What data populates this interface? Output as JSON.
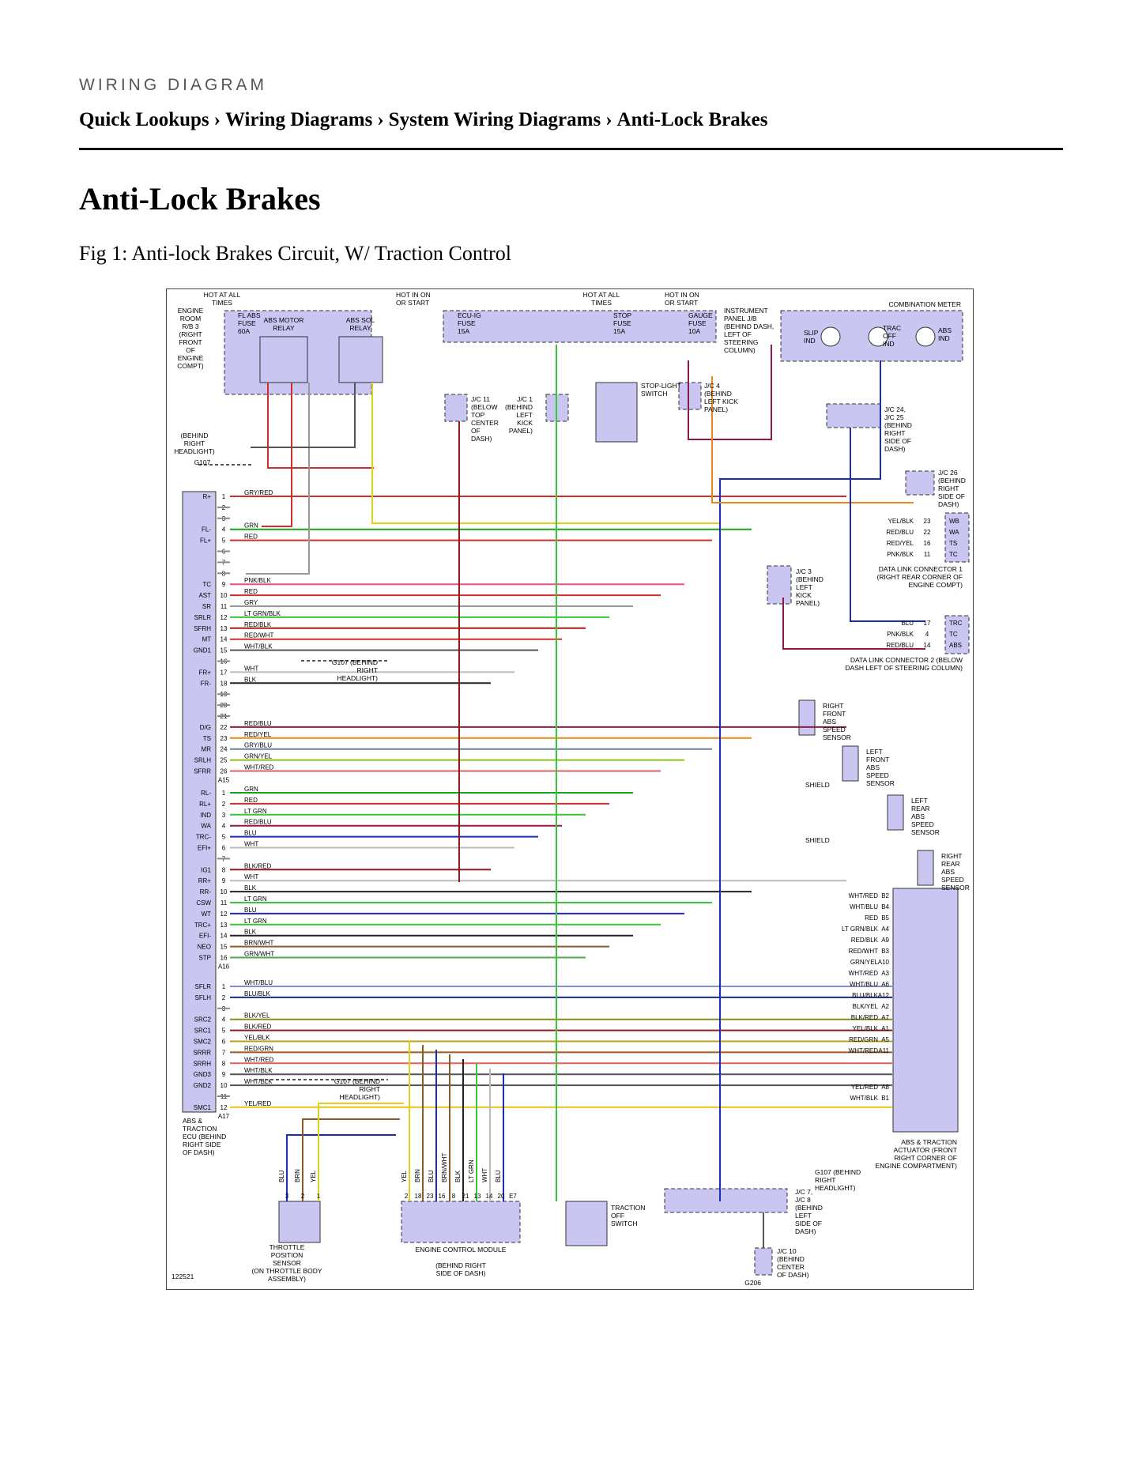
{
  "header": {
    "eyebrow": "WIRING DIAGRAM",
    "breadcrumb": [
      "Quick Lookups",
      "Wiring Diagrams",
      "System Wiring Diagrams",
      "Anti-Lock Brakes"
    ],
    "separator": "›"
  },
  "page_title": "Anti-Lock Brakes",
  "figure_caption": "Fig 1: Anti-lock Brakes Circuit, W/ Traction Control",
  "diagram": {
    "figure_id": "122521",
    "power": {
      "hot_at_all_times_1": "HOT AT ALL TIMES",
      "hot_in_on_1": "HOT IN ON OR START",
      "hot_at_all_times_2": "HOT AT ALL TIMES",
      "hot_in_on_2": "HOT IN ON OR START"
    },
    "fuses": {
      "fl_abs": "FL ABS FUSE 60A",
      "ecu_ig": "ECU-IG FUSE 15A",
      "stop": "STOP FUSE 15A",
      "gauge": "GAUGE FUSE 10A"
    },
    "relays": {
      "motor": "ABS MOTOR RELAY",
      "sol": "ABS SOL RELAY"
    },
    "locations": {
      "engine_room_rb3": "ENGINE ROOM R/B 3 (RIGHT FRONT OF ENGINE COMPT)",
      "instrument_panel_jb": "INSTRUMENT PANEL J/B (BEHIND DASH, LEFT OF STEERING COLUMN)",
      "combination_meter": "COMBINATION METER",
      "g107_1": "G107 (BEHIND RIGHT HEADLIGHT)",
      "g206": "G206"
    },
    "indicators": [
      "SLIP IND",
      "TRAC OFF IND",
      "ABS IND"
    ],
    "connectors": {
      "jc11": "J/C 11 (BELOW TOP CENTER OF DASH)",
      "jc1": "J/C 1 (BEHIND LEFT KICK PANEL)",
      "jc4": "J/C 4 (BEHIND LEFT KICK PANEL)",
      "jc24": "J/C 24, J/C 25 (BEHIND RIGHT SIDE OF DASH)",
      "jc26": "J/C 26 (BEHIND RIGHT SIDE OF DASH)",
      "jc3": "J/C 3 (BEHIND LEFT KICK PANEL)",
      "jc7": "J/C 7, J/C 8 (BEHIND LEFT SIDE OF DASH)",
      "jc10": "J/C 10 (BEHIND CENTER OF DASH)",
      "dlc1": "DATA LINK CONNECTOR 1 (RIGHT REAR CORNER OF ENGINE COMPT)",
      "dlc2": "DATA LINK CONNECTOR 2 (BELOW DASH LEFT OF STEERING COLUMN)"
    },
    "components": {
      "stop_light": "STOP-LIGHT SWITCH",
      "ecu": "ABS & TRACTION ECU (BEHIND RIGHT SIDE OF DASH)",
      "actuator": "ABS & TRACTION ACTUATOR (FRONT RIGHT CORNER OF ENGINE COMPARTMENT)",
      "throttle": "THROTTLE POSITION SENSOR",
      "throttle_loc": "(ON THROTTLE BODY ASSEMBLY)",
      "ecm": "ENGINE CONTROL MODULE",
      "ecm_loc": "(BEHIND RIGHT SIDE OF DASH)",
      "traction_switch": "TRACTION OFF SWITCH",
      "rf_sensor": "RIGHT FRONT ABS SPEED SENSOR",
      "lf_sensor": "LEFT FRONT ABS SPEED SENSOR",
      "lr_sensor": "LEFT REAR ABS SPEED SENSOR",
      "rr_sensor": "RIGHT REAR ABS SPEED SENSOR",
      "shield": "SHIELD"
    },
    "dlc1_pins": [
      {
        "wire": "YEL/BLK",
        "pin": "23",
        "term": "WB"
      },
      {
        "wire": "RED/BLU",
        "pin": "22",
        "term": "WA"
      },
      {
        "wire": "RED/YEL",
        "pin": "16",
        "term": "TS"
      },
      {
        "wire": "PNK/BLK",
        "pin": "11",
        "term": "TC"
      }
    ],
    "dlc2_pins": [
      {
        "wire": "BLU",
        "pin": "17",
        "term": "TRC"
      },
      {
        "wire": "PNK/BLK",
        "pin": "4",
        "term": "TC"
      },
      {
        "wire": "RED/BLU",
        "pin": "14",
        "term": "ABS"
      }
    ],
    "ecu_a15": {
      "connector": "A15",
      "pins": [
        {
          "pin": "1",
          "term": "R+",
          "wire": "GRY/RED",
          "color": "#d12d2d"
        },
        {
          "pin": "2",
          "term": "",
          "wire": "",
          "color": ""
        },
        {
          "pin": "3",
          "term": "",
          "wire": "",
          "color": ""
        },
        {
          "pin": "4",
          "term": "FL-",
          "wire": "GRN",
          "color": "#1aa31a"
        },
        {
          "pin": "5",
          "term": "FL+",
          "wire": "RED",
          "color": "#d12d2d"
        },
        {
          "pin": "6",
          "term": "",
          "wire": "",
          "color": ""
        },
        {
          "pin": "7",
          "term": "",
          "wire": "",
          "color": ""
        },
        {
          "pin": "8",
          "term": "",
          "wire": "",
          "color": ""
        },
        {
          "pin": "9",
          "term": "TC",
          "wire": "PNK/BLK",
          "color": "#e0508a"
        },
        {
          "pin": "10",
          "term": "AST",
          "wire": "RED",
          "color": "#d12d2d"
        },
        {
          "pin": "11",
          "term": "SR",
          "wire": "GRY",
          "color": "#999999"
        },
        {
          "pin": "12",
          "term": "SRLR",
          "wire": "LT GRN/BLK",
          "color": "#3cc43c"
        },
        {
          "pin": "13",
          "term": "SFRH",
          "wire": "RED/BLK",
          "color": "#a51d1d"
        },
        {
          "pin": "14",
          "term": "MT",
          "wire": "RED/WHT",
          "color": "#d12d2d"
        },
        {
          "pin": "15",
          "term": "GND1",
          "wire": "WHT/BLK",
          "color": "#555555"
        },
        {
          "pin": "16",
          "term": "",
          "wire": "",
          "color": ""
        },
        {
          "pin": "17",
          "term": "FR+",
          "wire": "WHT",
          "color": "#bbbbbb"
        },
        {
          "pin": "18",
          "term": "FR-",
          "wire": "BLK",
          "color": "#222222"
        },
        {
          "pin": "19",
          "term": "",
          "wire": "",
          "color": ""
        },
        {
          "pin": "20",
          "term": "",
          "wire": "",
          "color": ""
        },
        {
          "pin": "21",
          "term": "",
          "wire": "",
          "color": ""
        },
        {
          "pin": "22",
          "term": "D/G",
          "wire": "RED/BLU",
          "color": "#8b1a4a"
        },
        {
          "pin": "23",
          "term": "TS",
          "wire": "RED/YEL",
          "color": "#e38a1a"
        },
        {
          "pin": "24",
          "term": "MR",
          "wire": "GRY/BLU",
          "color": "#6b7fa8"
        },
        {
          "pin": "25",
          "term": "SRLH",
          "wire": "GRN/YEL",
          "color": "#8fbf1a"
        },
        {
          "pin": "26",
          "term": "SFRR",
          "wire": "WHT/RED",
          "color": "#e06060"
        }
      ]
    },
    "ecu_a16": {
      "connector": "A16",
      "pins": [
        {
          "pin": "1",
          "term": "RL-",
          "wire": "GRN",
          "color": "#1aa31a"
        },
        {
          "pin": "2",
          "term": "RL+",
          "wire": "RED",
          "color": "#d12d2d"
        },
        {
          "pin": "3",
          "term": "IND",
          "wire": "LT GRN",
          "color": "#3cc43c"
        },
        {
          "pin": "4",
          "term": "WA",
          "wire": "RED/BLU",
          "color": "#8b1a4a"
        },
        {
          "pin": "5",
          "term": "TRC-",
          "wire": "BLU",
          "color": "#1a2db8"
        },
        {
          "pin": "6",
          "term": "EFI+",
          "wire": "WHT",
          "color": "#bbbbbb"
        },
        {
          "pin": "7",
          "term": "",
          "wire": "",
          "color": ""
        },
        {
          "pin": "8",
          "term": "IG1",
          "wire": "BLK/RED",
          "color": "#8b1a1a"
        },
        {
          "pin": "9",
          "term": "RR+",
          "wire": "WHT",
          "color": "#bbbbbb"
        },
        {
          "pin": "10",
          "term": "RR-",
          "wire": "BLK",
          "color": "#222222"
        },
        {
          "pin": "11",
          "term": "CSW",
          "wire": "LT GRN",
          "color": "#3cc43c"
        },
        {
          "pin": "12",
          "term": "WT",
          "wire": "BLU",
          "color": "#1a2db8"
        },
        {
          "pin": "13",
          "term": "TRC+",
          "wire": "LT GRN",
          "color": "#3cc43c"
        },
        {
          "pin": "14",
          "term": "EFI-",
          "wire": "BLK",
          "color": "#222222"
        },
        {
          "pin": "15",
          "term": "NEO",
          "wire": "BRN/WHT",
          "color": "#8b5a2b"
        },
        {
          "pin": "16",
          "term": "STP",
          "wire": "GRN/WHT",
          "color": "#4ca84c"
        }
      ]
    },
    "ecu_a17": {
      "connector": "A17",
      "pins": [
        {
          "pin": "1",
          "term": "SFLR",
          "wire": "WHT/BLU",
          "color": "#7f8fcf"
        },
        {
          "pin": "2",
          "term": "SFLH",
          "wire": "BLU/BLK",
          "color": "#1a2d8b"
        },
        {
          "pin": "3",
          "term": "",
          "wire": "",
          "color": ""
        },
        {
          "pin": "4",
          "term": "SRC2",
          "wire": "BLK/YEL",
          "color": "#8b8b1a"
        },
        {
          "pin": "5",
          "term": "SRC1",
          "wire": "BLK/RED",
          "color": "#8b1a1a"
        },
        {
          "pin": "6",
          "term": "SMC2",
          "wire": "YEL/BLK",
          "color": "#b5a21a"
        },
        {
          "pin": "7",
          "term": "SRRR",
          "wire": "RED/GRN",
          "color": "#a5561a"
        },
        {
          "pin": "8",
          "term": "SRRH",
          "wire": "WHT/RED",
          "color": "#e06060"
        },
        {
          "pin": "9",
          "term": "GND3",
          "wire": "WHT/BLK",
          "color": "#555555"
        },
        {
          "pin": "10",
          "term": "GND2",
          "wire": "WHT/BLK",
          "color": "#555555"
        },
        {
          "pin": "11",
          "term": "",
          "wire": "",
          "color": ""
        },
        {
          "pin": "12",
          "term": "SMC1",
          "wire": "YEL/RED",
          "color": "#f0c21a"
        }
      ]
    },
    "actuator_pins": [
      {
        "wire": "WHT/RED",
        "pin": "B2"
      },
      {
        "wire": "WHT/BLU",
        "pin": "B4"
      },
      {
        "wire": "RED",
        "pin": "B5"
      },
      {
        "wire": "LT GRN/BLK",
        "pin": "A4"
      },
      {
        "wire": "RED/BLK",
        "pin": "A9"
      },
      {
        "wire": "RED/WHT",
        "pin": "B3"
      },
      {
        "wire": "GRN/YEL",
        "pin": "A10"
      },
      {
        "wire": "WHT/RED",
        "pin": "A3"
      },
      {
        "wire": "WHT/BLU",
        "pin": "A6"
      },
      {
        "wire": "BLU/BLK",
        "pin": "A12"
      },
      {
        "wire": "BLK/YEL",
        "pin": "A2"
      },
      {
        "wire": "BLK/RED",
        "pin": "A7"
      },
      {
        "wire": "YEL/BLK",
        "pin": "A1"
      },
      {
        "wire": "RED/GRN",
        "pin": "A5"
      },
      {
        "wire": "WHT/RED",
        "pin": "A11"
      },
      {
        "wire": "YEL/RED",
        "pin": "A8"
      },
      {
        "wire": "WHT/BLK",
        "pin": "B1"
      }
    ],
    "ecm_wires": [
      "YEL",
      "BRN",
      "BLU",
      "BRN/WHT",
      "BLK",
      "LT GRN",
      "WHT",
      "BLU"
    ],
    "ecm_pins": [
      "2",
      "18",
      "23",
      "16",
      "8",
      "21",
      "13",
      "14",
      "20",
      "E7"
    ],
    "throttle_wires": [
      "BLU",
      "BRN",
      "YEL"
    ],
    "throttle_pins": [
      "3",
      "2",
      "1"
    ]
  }
}
